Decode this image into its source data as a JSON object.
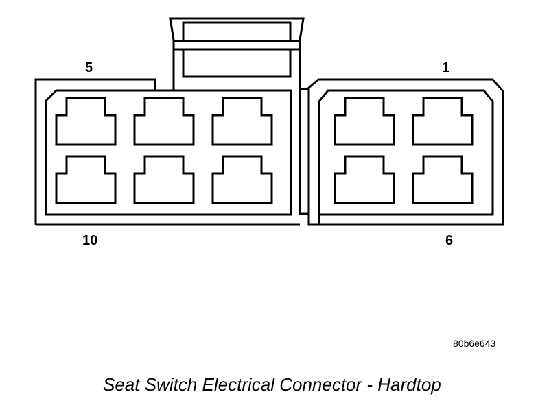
{
  "pin_labels": {
    "top_left": "5",
    "top_right": "1",
    "bottom_left": "10",
    "bottom_right": "6"
  },
  "reference_code": "80b6e643",
  "caption": "Seat Switch Electrical Connector - Hardtop",
  "colors": {
    "line": "#000000",
    "background": "#ffffff"
  }
}
